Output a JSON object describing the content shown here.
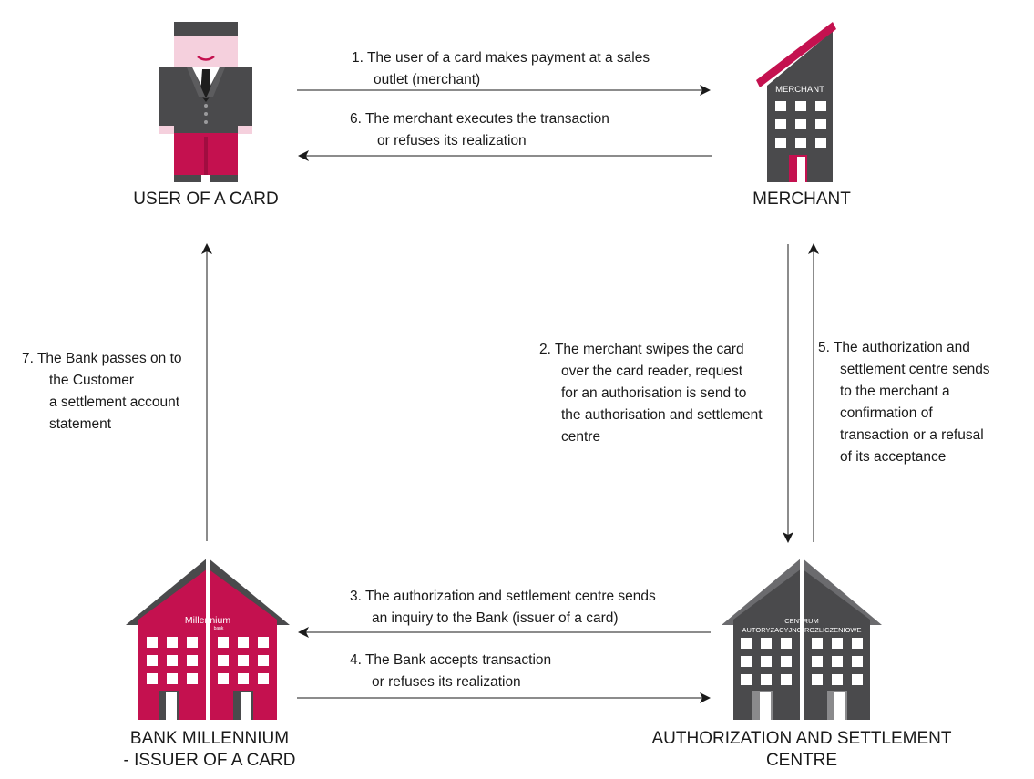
{
  "colors": {
    "crimson": "#c4114f",
    "dark_gray": "#4a4a4c",
    "mid_gray": "#6b6b6e",
    "skin": "#f5d0dd",
    "white": "#ffffff",
    "arrow": "#1a1a1a"
  },
  "nodes": {
    "user": {
      "label": "USER OF A CARD",
      "icon": "businessman-icon"
    },
    "merchant": {
      "label": "MERCHANT",
      "sign": "MERCHANT",
      "icon": "shop-building-icon"
    },
    "bank": {
      "label_line1": "BANK MILLENNIUM",
      "label_line2": "- ISSUER OF A CARD",
      "sign": "Millennium",
      "sign_sub": "bank",
      "icon": "bank-building-icon"
    },
    "centre": {
      "label_line1": "AUTHORIZATION AND SETTLEMENT",
      "label_line2": "CENTRE",
      "sign_line1": "CENTRUM",
      "sign_line2": "AUTORYZACYJNO-ROZLICZENIOWE",
      "icon": "centre-building-icon"
    }
  },
  "steps": {
    "s1": {
      "num": "1.",
      "line1": "The user of a card makes payment at a sales",
      "line2": "outlet (merchant)"
    },
    "s6": {
      "num": "6.",
      "line1": "The merchant executes the transaction",
      "line2": "or refuses its realization"
    },
    "s7": {
      "num": "7.",
      "line1": "The Bank passes on to",
      "line2": "the Customer",
      "line3": "a settlement account",
      "line4": "statement"
    },
    "s2": {
      "num": "2.",
      "line1": "The merchant swipes the card",
      "line2": "over the card reader, request",
      "line3": "for an authorisation is send to",
      "line4": "the authorisation and settlement",
      "line5": "centre"
    },
    "s5": {
      "num": "5.",
      "line1": "The authorization and",
      "line2": "settlement centre sends",
      "line3": "to the merchant a",
      "line4": "confirmation of",
      "line5": "transaction or a refusal",
      "line6": "of its acceptance"
    },
    "s3": {
      "num": "3.",
      "line1": "The authorization and settlement centre sends",
      "line2": "an inquiry to the Bank (issuer of a card)"
    },
    "s4": {
      "num": "4.",
      "line1": "The Bank accepts transaction",
      "line2": "or refuses its realization"
    }
  }
}
